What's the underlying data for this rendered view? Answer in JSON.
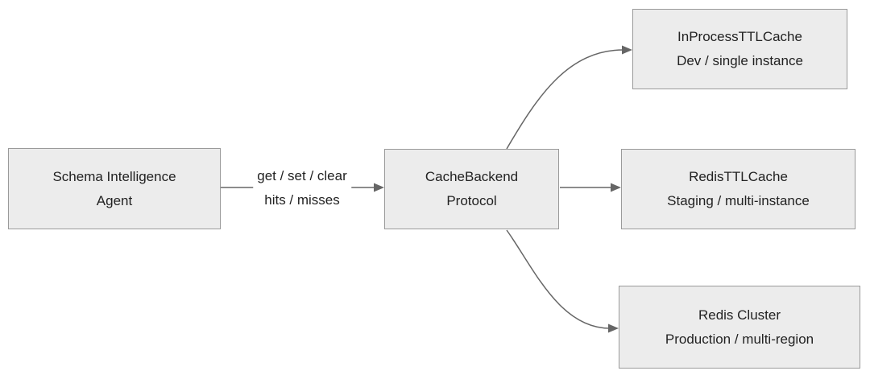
{
  "diagram": {
    "type": "flowchart",
    "nodes": [
      {
        "id": "schema-intelligence-agent",
        "line1": "Schema Intelligence",
        "line2": "Agent"
      },
      {
        "id": "cache-backend-protocol",
        "line1": "CacheBackend",
        "line2": "Protocol"
      },
      {
        "id": "in-process-ttl-cache",
        "line1": "InProcessTTLCache",
        "line2": "Dev / single instance"
      },
      {
        "id": "redis-ttl-cache",
        "line1": "RedisTTLCache",
        "line2": "Staging / multi-instance"
      },
      {
        "id": "redis-cluster",
        "line1": "Redis Cluster",
        "line2": "Production / multi-region"
      }
    ],
    "edges": [
      {
        "from": "schema-intelligence-agent",
        "to": "cache-backend-protocol",
        "label_line1": "get / set / clear",
        "label_line2": "hits / misses"
      },
      {
        "from": "cache-backend-protocol",
        "to": "in-process-ttl-cache"
      },
      {
        "from": "cache-backend-protocol",
        "to": "redis-ttl-cache"
      },
      {
        "from": "cache-backend-protocol",
        "to": "redis-cluster"
      }
    ],
    "colors": {
      "background": "#ffffff",
      "node_fill": "#ececec",
      "node_border": "#9a9a9a",
      "text": "#222222",
      "arrow": "#666666"
    }
  }
}
